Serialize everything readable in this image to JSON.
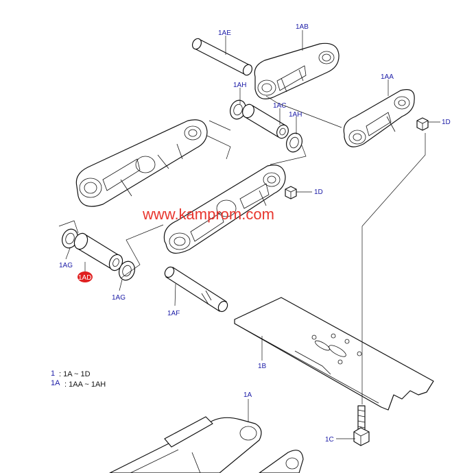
{
  "colors": {
    "label": "#1a1aa6",
    "watermark": "#e8362e",
    "highlight": "#e02020",
    "line": "#111111"
  },
  "labels": {
    "l1AE": "1AE",
    "l1AB": "1AB",
    "l1AH_a": "1AH",
    "l1AC": "1AC",
    "l1AH_b": "1AH",
    "l1AA": "1AA",
    "l1D_a": "1D",
    "l1D_b": "1D",
    "l1AG_a": "1AG",
    "l1AD": "1AD",
    "l1AG_b": "1AG",
    "l1AF": "1AF",
    "l1B": "1B",
    "l1A": "1A",
    "l1C": "1C"
  },
  "watermark": "www.kamprom.com",
  "legend": [
    {
      "key": "1",
      "value": ": 1A ~ 1D"
    },
    {
      "key": "1A",
      "value": ": 1AA ~ 1AH"
    }
  ]
}
